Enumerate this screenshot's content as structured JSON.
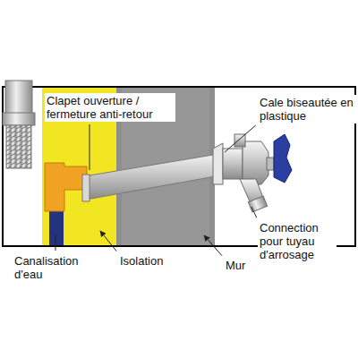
{
  "diagram": {
    "labels": [
      "Clapet ouverture / fermeture anti-retour",
      "Cale biseautée en plastique",
      "Connection pour tuyau d'arrosage",
      "Canalisation d'eau",
      "Isolation",
      "Mur"
    ]
  }
}
